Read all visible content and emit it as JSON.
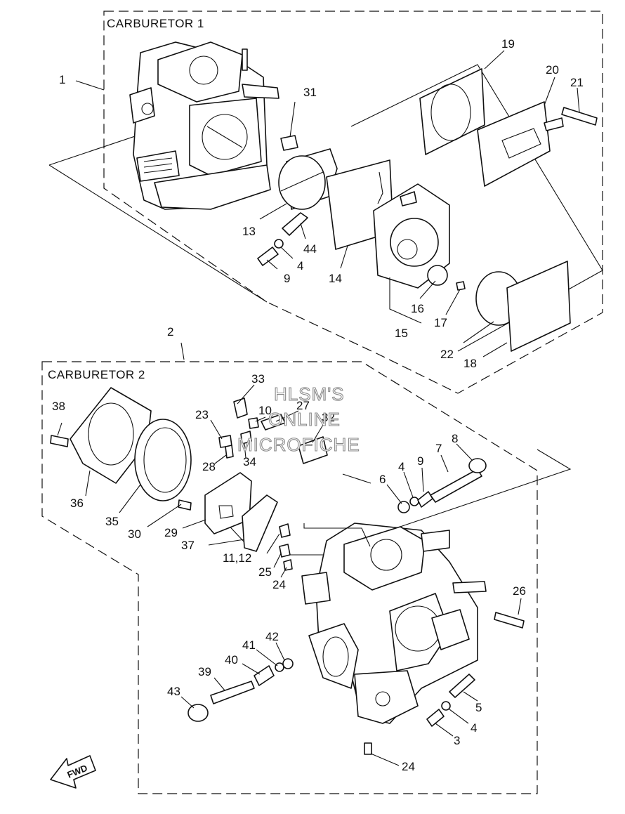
{
  "groups": {
    "carb1_title": "CARBURETOR 1",
    "carb2_title": "CARBURETOR 2"
  },
  "watermark": [
    "HLSM'S",
    "ONLINE",
    "MICROFICHE"
  ],
  "fwd_label": "FWD",
  "callouts": {
    "c1": "1",
    "c2": "2",
    "c3": "3",
    "c4a": "4",
    "c4b": "4",
    "c4c": "4",
    "c5": "5",
    "c6": "6",
    "c7": "7",
    "c8": "8",
    "c9a": "9",
    "c9b": "9",
    "c10": "10",
    "c1112": "11,12",
    "c13": "13",
    "c14": "14",
    "c15": "15",
    "c16": "16",
    "c17": "17",
    "c18": "18",
    "c19": "19",
    "c20": "20",
    "c21": "21",
    "c22": "22",
    "c23": "23",
    "c24a": "24",
    "c24b": "24",
    "c25": "25",
    "c26": "26",
    "c27": "27",
    "c28": "28",
    "c29": "29",
    "c30": "30",
    "c31": "31",
    "c32": "32",
    "c33": "33",
    "c34": "34",
    "c35": "35",
    "c36": "36",
    "c37": "37",
    "c38": "38",
    "c39": "39",
    "c40": "40",
    "c41": "41",
    "c42": "42",
    "c43": "43",
    "c44": "44"
  }
}
